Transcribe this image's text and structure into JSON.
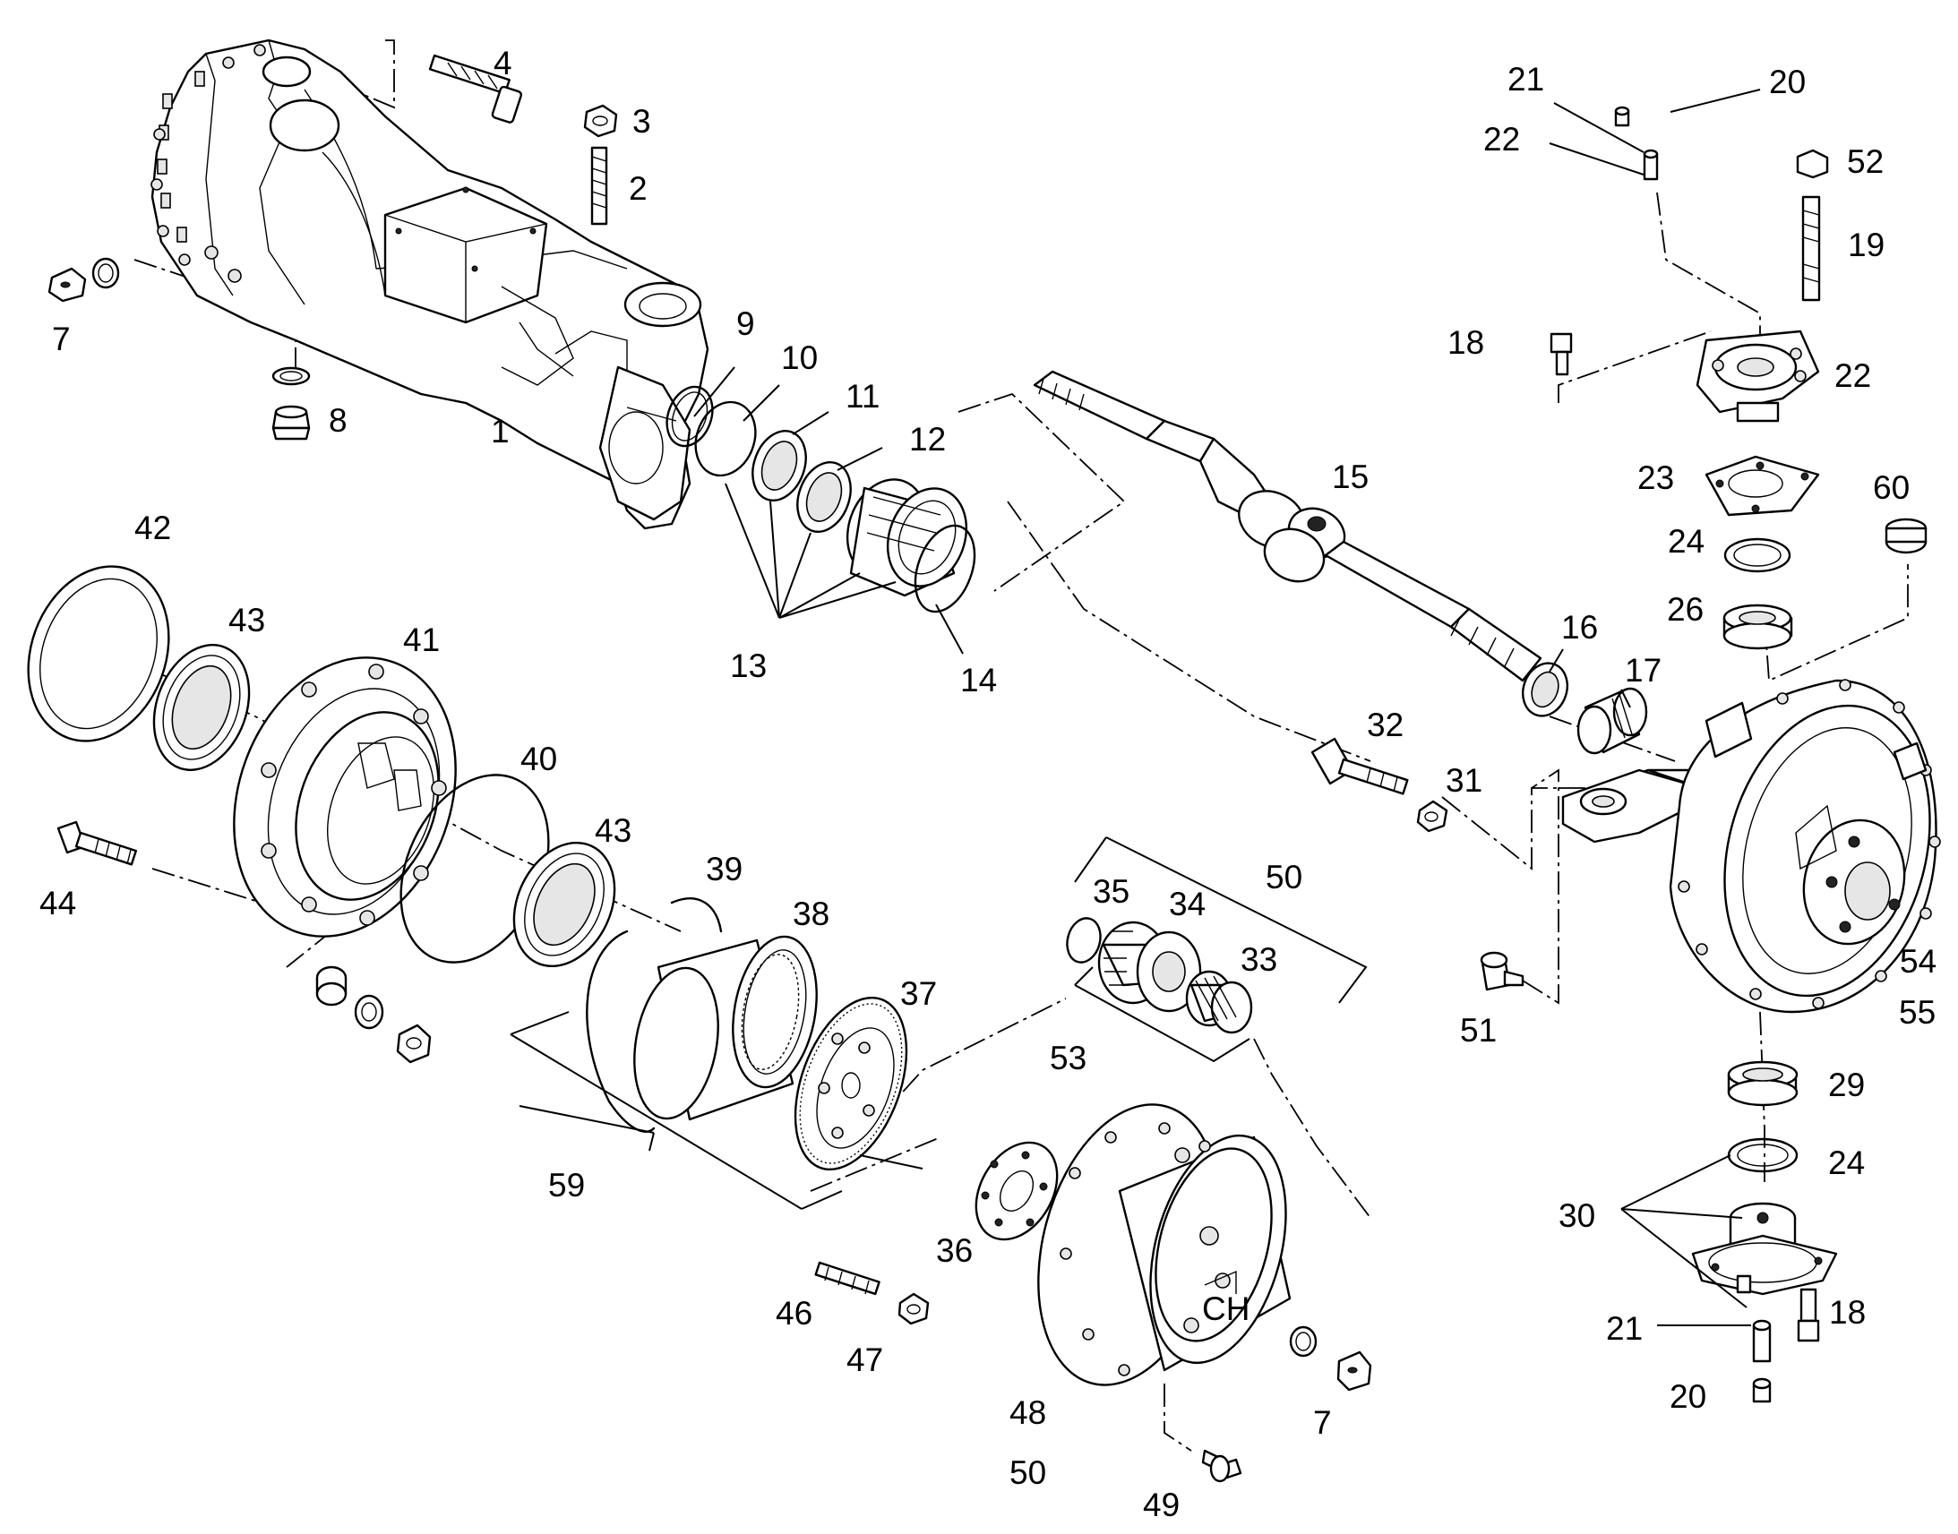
{
  "callouts": [
    {
      "id": "c1",
      "text": "1"
    },
    {
      "id": "c2",
      "text": "2"
    },
    {
      "id": "c3",
      "text": "3"
    },
    {
      "id": "c4",
      "text": "4"
    },
    {
      "id": "c7a",
      "text": "7"
    },
    {
      "id": "c8",
      "text": "8"
    },
    {
      "id": "c9",
      "text": "9"
    },
    {
      "id": "c10",
      "text": "10"
    },
    {
      "id": "c11",
      "text": "11"
    },
    {
      "id": "c12",
      "text": "12"
    },
    {
      "id": "c13",
      "text": "13"
    },
    {
      "id": "c14",
      "text": "14"
    },
    {
      "id": "c15",
      "text": "15"
    },
    {
      "id": "c16",
      "text": "16"
    },
    {
      "id": "c17",
      "text": "17"
    },
    {
      "id": "c18a",
      "text": "18"
    },
    {
      "id": "c19",
      "text": "19"
    },
    {
      "id": "c20a",
      "text": "20"
    },
    {
      "id": "c21a",
      "text": "21"
    },
    {
      "id": "c22a",
      "text": "22"
    },
    {
      "id": "c22b",
      "text": "22"
    },
    {
      "id": "c23",
      "text": "23"
    },
    {
      "id": "c24a",
      "text": "24"
    },
    {
      "id": "c26",
      "text": "26"
    },
    {
      "id": "c52",
      "text": "52"
    },
    {
      "id": "c60",
      "text": "60"
    },
    {
      "id": "c42",
      "text": "42"
    },
    {
      "id": "c43a",
      "text": "43"
    },
    {
      "id": "c41",
      "text": "41"
    },
    {
      "id": "c40",
      "text": "40"
    },
    {
      "id": "c43b",
      "text": "43"
    },
    {
      "id": "c44",
      "text": "44"
    },
    {
      "id": "c39",
      "text": "39"
    },
    {
      "id": "c38",
      "text": "38"
    },
    {
      "id": "c37",
      "text": "37"
    },
    {
      "id": "c59",
      "text": "59"
    },
    {
      "id": "c35",
      "text": "35"
    },
    {
      "id": "c34",
      "text": "34"
    },
    {
      "id": "c50a",
      "text": "50"
    },
    {
      "id": "c33",
      "text": "33"
    },
    {
      "id": "c53",
      "text": "53"
    },
    {
      "id": "c32",
      "text": "32"
    },
    {
      "id": "c31",
      "text": "31"
    },
    {
      "id": "c51",
      "text": "51"
    },
    {
      "id": "c54",
      "text": "54"
    },
    {
      "id": "c55",
      "text": "55"
    },
    {
      "id": "c29",
      "text": "29"
    },
    {
      "id": "c24b",
      "text": "24"
    },
    {
      "id": "c30",
      "text": "30"
    },
    {
      "id": "c18b",
      "text": "18"
    },
    {
      "id": "c21b",
      "text": "21"
    },
    {
      "id": "c20b",
      "text": "20"
    },
    {
      "id": "c36",
      "text": "36"
    },
    {
      "id": "c46",
      "text": "46"
    },
    {
      "id": "c47",
      "text": "47"
    },
    {
      "id": "c48",
      "text": "48"
    },
    {
      "id": "c50b",
      "text": "50"
    },
    {
      "id": "c49",
      "text": "49"
    },
    {
      "id": "c7b",
      "text": "7"
    }
  ],
  "icons": {
    "axle_housing": "axle-housing-icon",
    "bolt": "bolt-icon",
    "nut": "nut-icon",
    "stud": "stud-icon",
    "plug": "plug-icon",
    "washer": "washer-icon",
    "snap_ring": "snap-ring-icon",
    "seal": "seal-icon",
    "bearing": "bearing-icon",
    "bushing": "bushing-icon",
    "drive_shaft": "drive-shaft-icon",
    "grease_nipple": "grease-nipple-icon",
    "flange": "flange-icon",
    "hub": "hub-icon",
    "ring_gear": "ring-gear-icon",
    "planet_carrier": "planet-carrier-icon",
    "planet_gear": "planet-gear-icon",
    "thrust_washer": "thrust-washer-icon",
    "steering_knuckle": "steering-knuckle-icon",
    "wheel_hub_cover": "wheel-hub-cover-icon"
  }
}
